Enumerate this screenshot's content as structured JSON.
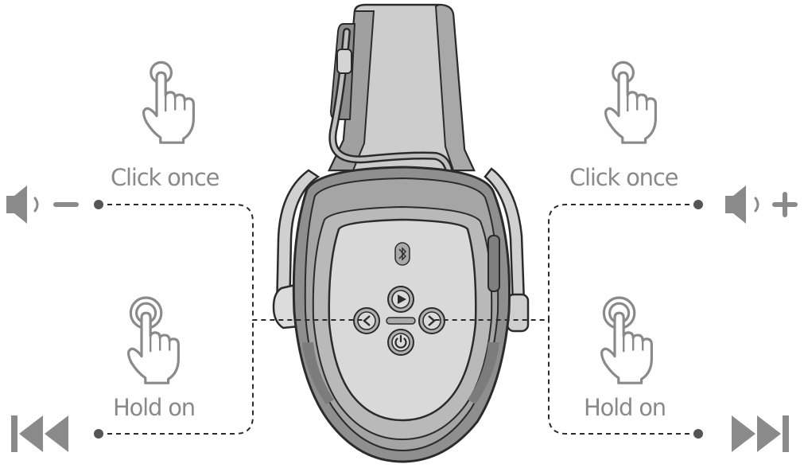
{
  "labels": {
    "volume_down_gesture": "Click once",
    "volume_up_gesture": "Click once",
    "previous_track_gesture": "Hold on",
    "next_track_gesture": "Hold on"
  },
  "icons": {
    "top_left": "tap-finger-icon",
    "top_right": "tap-finger-icon",
    "bottom_left": "press-hold-finger-icon",
    "bottom_right": "press-hold-finger-icon",
    "volume_down": "speaker-minus-icon",
    "volume_up": "speaker-plus-icon",
    "previous": "skip-previous-icon",
    "next": "skip-next-icon",
    "bluetooth": "bluetooth-icon",
    "play": "play-icon",
    "power": "power-icon"
  },
  "colors": {
    "shell_dark": "#8c8c8c",
    "shell_mid": "#a3a3a3",
    "shell_light": "#c6c6c6",
    "panel": "#d8d8d8",
    "outline": "#2b2b2b",
    "text": "#8a8a8a"
  }
}
